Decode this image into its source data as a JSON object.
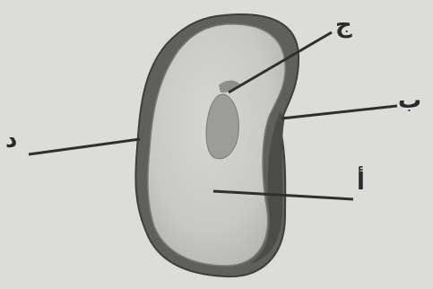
{
  "diagram": {
    "labels": {
      "a": "أ",
      "b": "ب",
      "j": "ج",
      "d": "د"
    }
  }
}
